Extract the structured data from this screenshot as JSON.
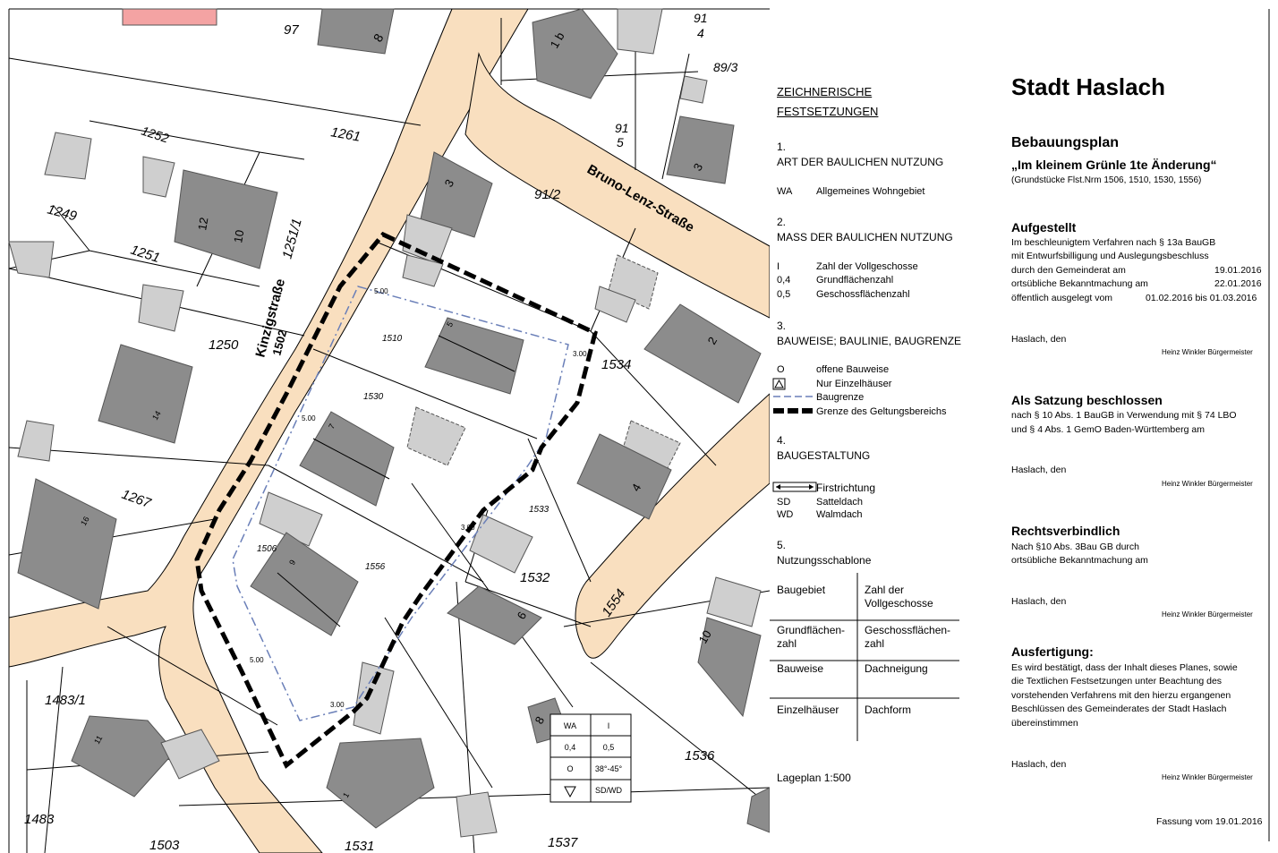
{
  "map": {
    "parcels": [
      "97",
      "91",
      "4",
      "89/3",
      "1261",
      "1252",
      "1249",
      "1251",
      "1251/1",
      "91",
      "5",
      "91/2",
      "1250",
      "1510",
      "1530",
      "1534",
      "1267",
      "1533",
      "1506",
      "1556",
      "1532",
      "1554",
      "1483/1",
      "1483",
      "1503",
      "1531",
      "1537",
      "1536"
    ],
    "streets": [
      "Kinzigstraße",
      "1502",
      "Bruno-Lenz-Straße"
    ],
    "house_numbers": [
      "8",
      "1 b",
      "3",
      "3",
      "12",
      "10",
      "2",
      "5",
      "14",
      "7",
      "4",
      "16",
      "9",
      "6",
      "10",
      "11",
      "1",
      "8"
    ],
    "dimensions": [
      "5.00",
      "3.00",
      "5.00",
      "3.00",
      "5.00",
      "3.00"
    ],
    "schablone": [
      [
        "WA",
        "I"
      ],
      [
        "0,4",
        "0,5"
      ],
      [
        "O",
        "38°-45°"
      ],
      [
        "",
        "SD/WD"
      ]
    ],
    "colors": {
      "street": "#f9dfbf",
      "building": "#8c8c8c",
      "building_light": "#cfcfcf",
      "pink": "#f4a3a3"
    }
  },
  "legend": {
    "title1": "ZEICHNERISCHE",
    "title2": "FESTSETZUNGEN",
    "s1_num": "1.",
    "s1_title": "ART DER BAULICHEN NUTZUNG",
    "s1_items": [
      {
        "code": "WA",
        "text": "Allgemeines Wohngebiet"
      }
    ],
    "s2_num": "2.",
    "s2_title": "MASS DER BAULICHEN NUTZUNG",
    "s2_items": [
      {
        "code": "I",
        "text": "Zahl der Vollgeschosse"
      },
      {
        "code": "0,4",
        "text": "Grundflächenzahl"
      },
      {
        "code": "0,5",
        "text": "Geschossflächenzahl"
      }
    ],
    "s3_num": "3.",
    "s3_title": "BAUWEISE; BAULINIE, BAUGRENZE",
    "s3_items": [
      {
        "code": "O",
        "text": "offene Bauweise"
      },
      {
        "code": "",
        "text": "Nur Einzelhäuser"
      },
      {
        "code": "",
        "text": "Baugrenze"
      },
      {
        "code": "",
        "text": "Grenze des Geltungsbereichs"
      }
    ],
    "s4_num": "4.",
    "s4_title": "BAUGESTALTUNG",
    "s4_items": [
      {
        "code": "",
        "text": "Firstrichtung"
      },
      {
        "code": "SD",
        "text": "Satteldach"
      },
      {
        "code": "WD",
        "text": "Walmdach"
      }
    ],
    "s5_num": "5.",
    "s5_title": "Nutzungsschablone",
    "table": [
      [
        "Baugebiet",
        "Zahl der Vollgeschosse"
      ],
      [
        "Grundflächen-zahl",
        "Geschossflächen-zahl"
      ],
      [
        "Bauweise",
        "Dachneigung"
      ],
      [
        "Einzelhäuser",
        "Dachform"
      ]
    ],
    "scale": "Lageplan 1:500"
  },
  "right": {
    "city": "Stadt Haslach",
    "plan_title": "Bebauungsplan",
    "plan_name": "„Im kleinem Grünle 1te Änderung“",
    "plan_sub": "(Grundstücke Flst.Nrm 1506, 1510, 1530, 1556)",
    "aufgestellt": "Aufgestellt",
    "auf_l1": "Im beschleunigtem Verfahren nach § 13a BauGB",
    "auf_l2": "mit Entwurfsbilligung und Auslegungsbeschluss",
    "auf_l3": "durch den Gemeinderat am",
    "auf_d3": "19.01.2016",
    "auf_l4": "ortsübliche Bekanntmachung am",
    "auf_d4": "22.01.2016",
    "auf_l5": "öffentlich ausgelegt vom",
    "auf_d5": "01.02.2016 bis 01.03.2016",
    "haslach_den": "Haslach, den",
    "signer": "Heinz Winkler Bürgermeister",
    "satzung": "Als Satzung beschlossen",
    "sat_l1": "nach § 10 Abs. 1 BauGB in Verwendung mit § 74 LBO",
    "sat_l2": "und § 4 Abs. 1 GemO Baden-Württemberg am",
    "rechts": "Rechtsverbindlich",
    "rec_l1": "Nach §10 Abs. 3Bau GB durch",
    "rec_l2": "ortsübliche Bekanntmachung am",
    "ausf": "Ausfertigung:",
    "aus_l1": "Es wird bestätigt, dass der Inhalt dieses Planes, sowie",
    "aus_l2": "die Textlichen Festsetzungen unter Beachtung des",
    "aus_l3": "vorstehenden Verfahrens mit den hierzu ergangenen",
    "aus_l4": "Beschlüssen des Gemeinderates der Stadt Haslach",
    "aus_l5": "übereinstimmen",
    "fassung": "Fassung vom 19.01.2016"
  }
}
